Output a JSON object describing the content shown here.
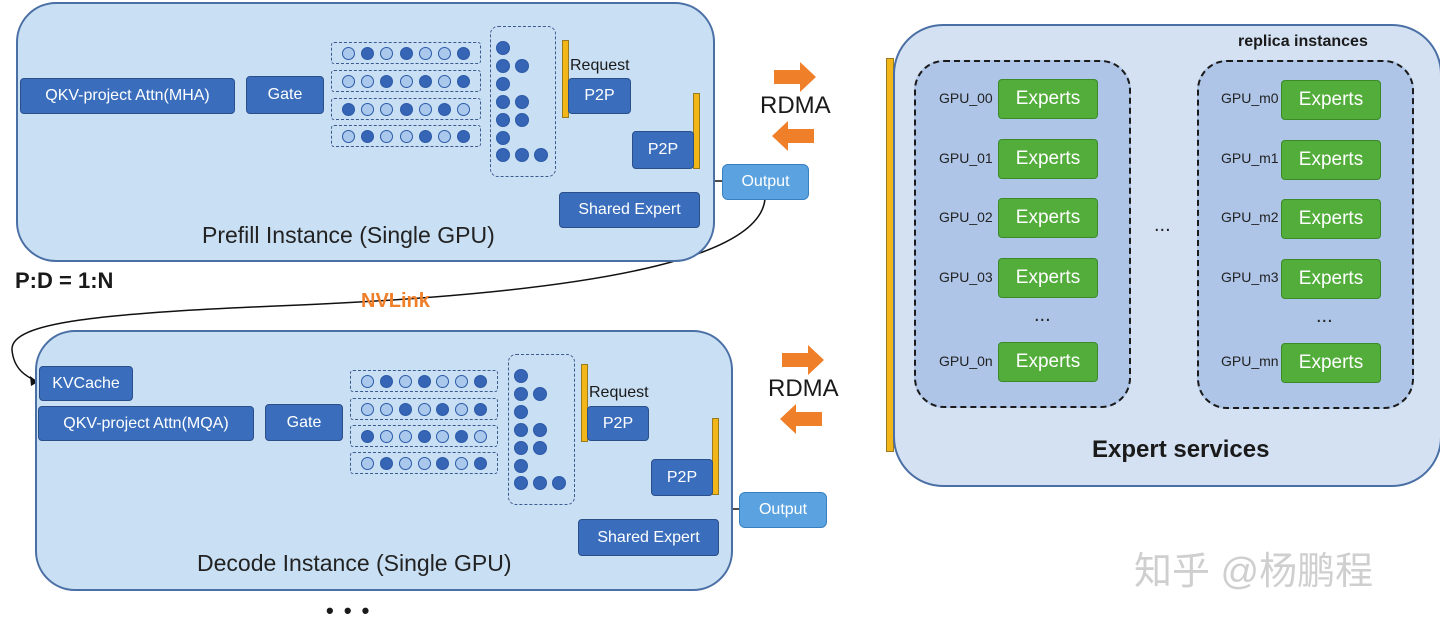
{
  "prefill": {
    "title": "Prefill Instance (Single GPU)",
    "attn_label": "QKV-project Attn(MHA)",
    "gate_label": "Gate",
    "request_label": "Request",
    "p2p_request_label": "P2P",
    "p2p_output_label": "P2P",
    "output_label": "Output",
    "shared_expert_label": "Shared Expert"
  },
  "decode": {
    "title": "Decode Instance (Single GPU)",
    "kvcache_label": "KVCache",
    "attn_label": "QKV-project Attn(MQA)",
    "gate_label": "Gate",
    "request_label": "Request",
    "p2p_request_label": "P2P",
    "p2p_output_label": "P2P",
    "output_label": "Output",
    "shared_expert_label": "Shared Expert"
  },
  "ratio_label": "P:D = 1:N",
  "nvlink_label": "NVLink",
  "rdma_top_label": "RDMA",
  "rdma_bottom_label": "RDMA",
  "bottom_ellipsis": "• • •",
  "expert_services": {
    "title": "Expert services",
    "replica_label": "replica instances",
    "middle_ellipsis": "...",
    "group_a": {
      "gpus": [
        "GPU_00",
        "GPU_01",
        "GPU_02",
        "GPU_03",
        "GPU_0n"
      ],
      "ellipsis": "...",
      "expert_label": "Experts"
    },
    "group_b": {
      "gpus": [
        "GPU_m0",
        "GPU_m1",
        "GPU_m2",
        "GPU_m3",
        "GPU_mn"
      ],
      "ellipsis": "...",
      "expert_label": "Experts"
    }
  },
  "watermark": "知乎 @杨鹏程",
  "colors": {
    "instance_fill": "#c9dff3",
    "module_blue": "#3a6ebd",
    "output_blue": "#5aa2e0",
    "expert_green": "#52ad3a",
    "p2p_bar_yellow": "#f2b619",
    "rdma_arrow_orange": "#f07f2a",
    "nvlink_orange": "#f07f2a"
  },
  "dot_patterns": {
    "prefill_rows": [
      [
        0,
        1,
        0,
        1,
        0,
        0,
        1
      ],
      [
        0,
        0,
        1,
        0,
        1,
        0,
        1
      ],
      [
        1,
        0,
        0,
        1,
        0,
        1,
        0
      ],
      [
        0,
        1,
        0,
        0,
        1,
        0,
        1
      ]
    ],
    "decode_rows": [
      [
        0,
        1,
        0,
        1,
        0,
        0,
        1
      ],
      [
        0,
        0,
        1,
        0,
        1,
        0,
        1
      ],
      [
        1,
        0,
        0,
        1,
        0,
        1,
        0
      ],
      [
        0,
        1,
        0,
        0,
        1,
        0,
        1
      ]
    ]
  }
}
